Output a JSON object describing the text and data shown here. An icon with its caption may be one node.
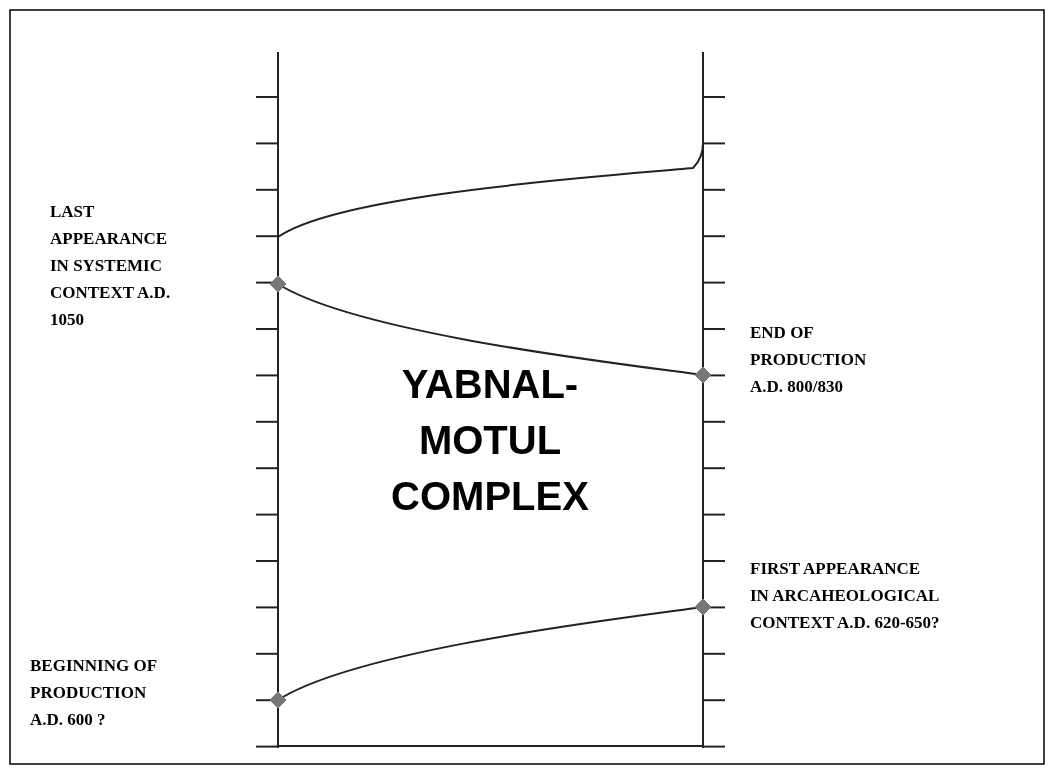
{
  "diagram": {
    "labels": [
      "LAST APPEARANCE IN SYSTEMIC CONTEXT A.D. 1050",
      "END OF PRODUCTION A.D. 800/830",
      "YABNAL-MOTUL COMPLEX",
      "FIRST APPEARANCE IN ARCAHEOLOGICAL CONTEXT A.D. 620-650?",
      "BEGINNING OF PRODUCTION A.D. 600 ?"
    ]
  }
}
